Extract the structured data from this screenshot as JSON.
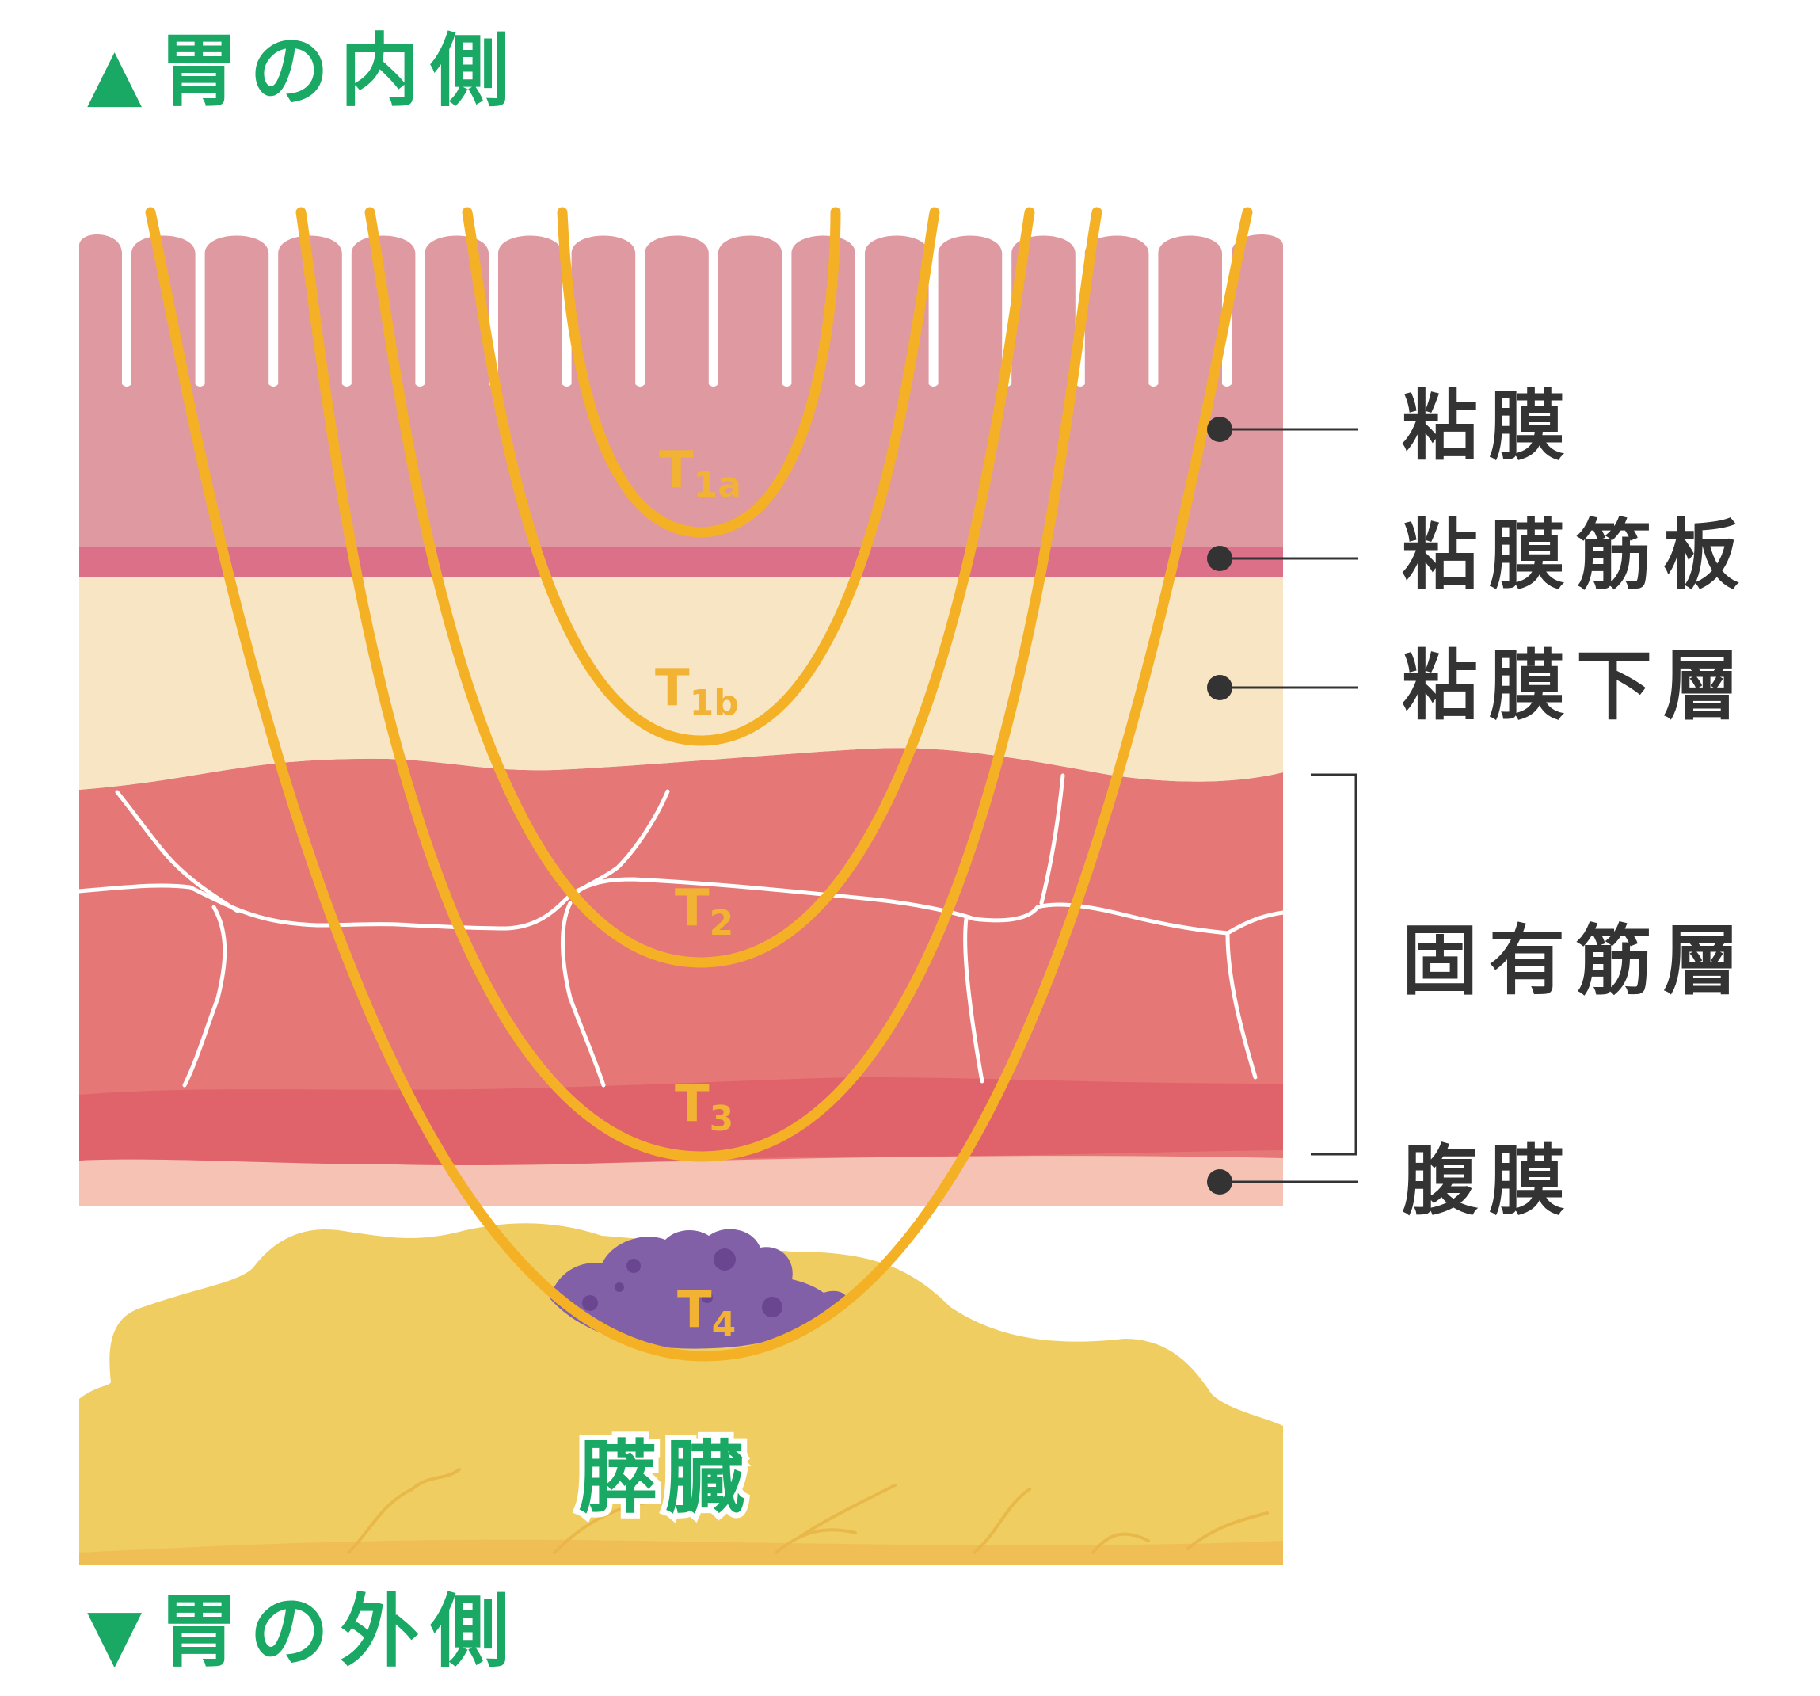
{
  "headings": {
    "top": {
      "arrow": "▲",
      "label": "胃の内側"
    },
    "bottom": {
      "arrow": "▼",
      "label": "胃の外側"
    }
  },
  "layers": {
    "mucosa": "粘膜",
    "muscularis_mucosae": "粘膜筋板",
    "submucosa": "粘膜下層",
    "muscularis_propria": "固有筋層",
    "serosa": "腹膜"
  },
  "stages": {
    "t1a": {
      "base": "T",
      "sub": "1a"
    },
    "t1b": {
      "base": "T",
      "sub": "1b"
    },
    "t2": {
      "base": "T",
      "sub": "2"
    },
    "t3": {
      "base": "T",
      "sub": "3"
    },
    "t4": {
      "base": "T",
      "sub": "4"
    }
  },
  "organ": {
    "pancreas": "膵臓"
  },
  "colors": {
    "accent": "#1aa865",
    "curve": "#f5b126",
    "mucosa": "#df99a0",
    "muscularis_mucosae": "#db7088",
    "submucosa": "#f7e5c3",
    "muscle": "#e57876",
    "muscle_dark": "#e0636c",
    "serosa": "#f6c2b3",
    "pancreas": "#f0cd60",
    "tumor": "#8260a8"
  }
}
